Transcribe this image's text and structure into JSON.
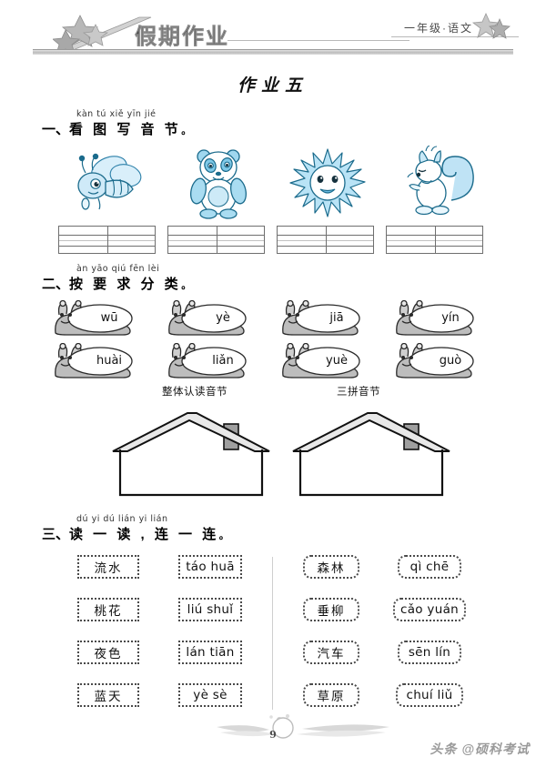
{
  "header": {
    "title": "假期作业",
    "grade": "一年级·语文",
    "left_stars_icon": "stars-swoosh-icon",
    "right_stars_icon": "stars-icon"
  },
  "worksheet_title": "作业五",
  "sections": [
    {
      "number": "一、",
      "pinyin": "kàn tú xiě yīn jié",
      "title": "看 图 写 音 节",
      "period": "。"
    },
    {
      "number": "二、",
      "pinyin": "àn yāo qiú fēn lèi",
      "title": "按 要 求 分 类",
      "period": "。"
    },
    {
      "number": "三、",
      "pinyin": "dú yi dú   lián yi lián",
      "title": "读 一 读 , 连 一 连",
      "period": "。"
    }
  ],
  "section1": {
    "pictures": [
      {
        "icon": "bee-icon",
        "alt": "蜜蜂"
      },
      {
        "icon": "panda-icon",
        "alt": "熊猫"
      },
      {
        "icon": "sun-icon",
        "alt": "太阳"
      },
      {
        "icon": "squirrel-icon",
        "alt": "松鼠"
      }
    ],
    "grid_count": 4,
    "grid_cells_per_row": 2
  },
  "section2": {
    "snails": [
      {
        "syllable": "wū"
      },
      {
        "syllable": "yè"
      },
      {
        "syllable": "jiā"
      },
      {
        "syllable": "yín"
      },
      {
        "syllable": "huài"
      },
      {
        "syllable": "liǎn"
      },
      {
        "syllable": "yuè"
      },
      {
        "syllable": "guò"
      }
    ],
    "houses": [
      {
        "label": "整体认读音节"
      },
      {
        "label": "三拼音节"
      }
    ]
  },
  "section3": {
    "columns": [
      {
        "items": [
          "流水",
          "桃花",
          "夜色",
          "蓝天"
        ],
        "style": "square",
        "kind": "cn"
      },
      {
        "items": [
          "táo huā",
          "liú shuǐ",
          "lán tiān",
          "yè sè"
        ],
        "style": "square",
        "kind": "py"
      },
      {
        "items": [
          "森林",
          "垂柳",
          "汽车",
          "草原"
        ],
        "style": "round",
        "kind": "cn"
      },
      {
        "items": [
          "qì chē",
          "cǎo yuán",
          "sēn lín",
          "chuí liǔ"
        ],
        "style": "round",
        "kind": "py"
      }
    ]
  },
  "footer": {
    "page_number": "9",
    "watermark": "头条 @硕科考试"
  },
  "colors": {
    "ink": "#111111",
    "rule": "#b9b9b9",
    "grid_line": "#6f6f6f",
    "grid_mid_line": "#c2c2c2",
    "art_blue": "#bfe3f5",
    "art_outline": "#1b6b8c",
    "snail_gray": "#b5b5b5",
    "roof_gray": "#e6e6e6",
    "watermark": "#9a9a9a"
  }
}
